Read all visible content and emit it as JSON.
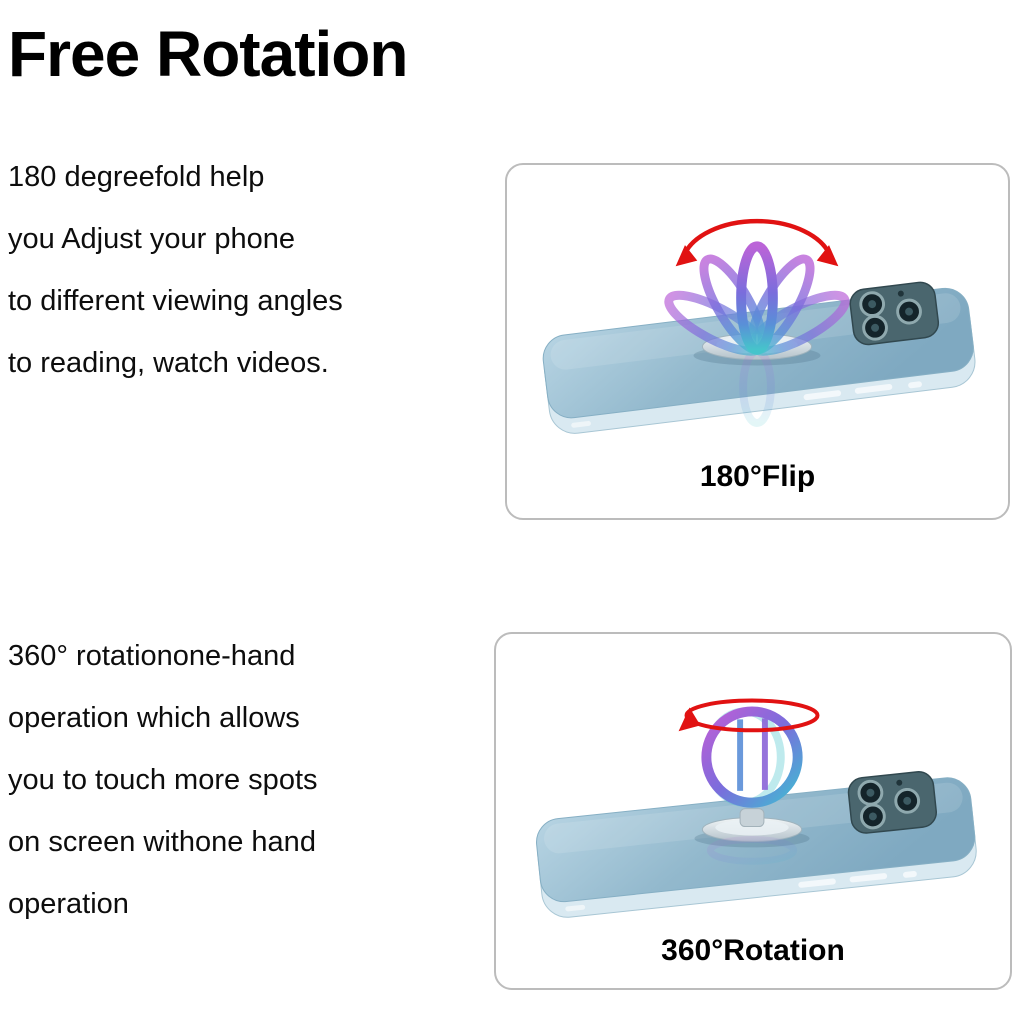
{
  "page": {
    "title": "Free Rotation"
  },
  "colors": {
    "text": "#0d0d0d",
    "card_border": "#bcbcbc",
    "phone_blue": "#93b9cd",
    "ring_purple": "#7a6ddc",
    "ring_teal": "#46c4cb",
    "arrow_red": "#e11212"
  },
  "sections": [
    {
      "id": "flip-180",
      "lines": [
        "180 degreefold help",
        "you Adjust your phone",
        "to different viewing angles",
        "to reading, watch videos."
      ],
      "caption": "180°Flip"
    },
    {
      "id": "rotation-360",
      "lines": [
        "360° rotationone-hand",
        "operation which allows",
        "you to touch more spots",
        "on screen withone hand",
        "operation"
      ],
      "caption": "360°Rotation"
    }
  ]
}
